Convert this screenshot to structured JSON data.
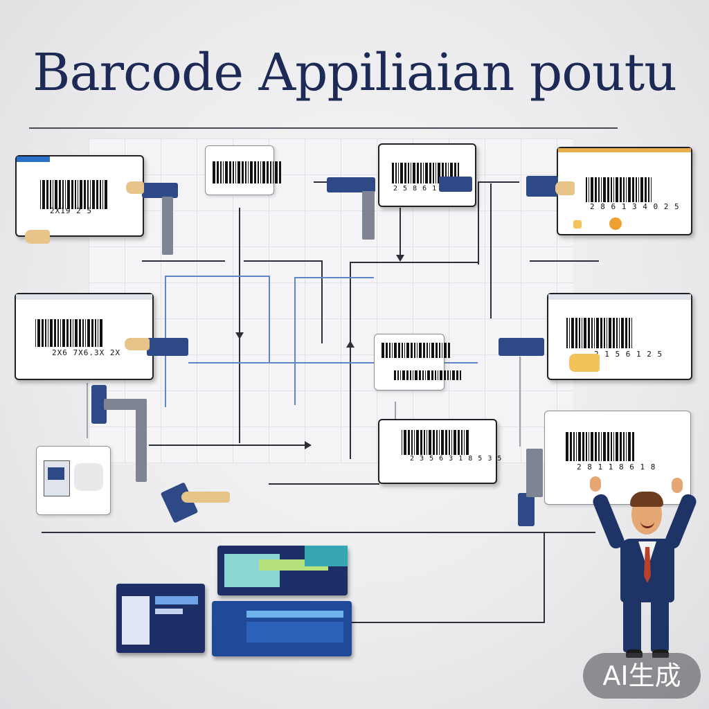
{
  "title": "Barcode Appiliaian poutu",
  "badge": "AI生成",
  "cards": [
    {
      "id": "top-left",
      "number": "2X19  2 5"
    },
    {
      "id": "top-center-left",
      "number": ""
    },
    {
      "id": "top-center-right",
      "number": "2 5 8 6 1 3 5"
    },
    {
      "id": "top-right",
      "number": "2 8 6 1 3 4 0 2 5"
    },
    {
      "id": "mid-left",
      "number": "2X6  7X6.3X  2X"
    },
    {
      "id": "mid-center",
      "number": ""
    },
    {
      "id": "mid-right",
      "number": "2 1 5 6 1 2 5"
    },
    {
      "id": "bottom-center",
      "number": "2 3 5 6 3  1 8 5 3 5"
    },
    {
      "id": "bottom-right",
      "number": "2 8  1 1 8 6 1 8"
    }
  ],
  "colors": {
    "title": "#1c2a55",
    "scanner": "#2e4a86",
    "wire": "#2d2f38",
    "wire_blue": "#5f86c4",
    "card_accent_blue": "#2c6fc7",
    "card_accent_gold": "#e8b04a"
  },
  "icons": [
    "barcode-icon",
    "barcode-scanner-icon",
    "computer-terminal-icon",
    "businessman-icon"
  ]
}
